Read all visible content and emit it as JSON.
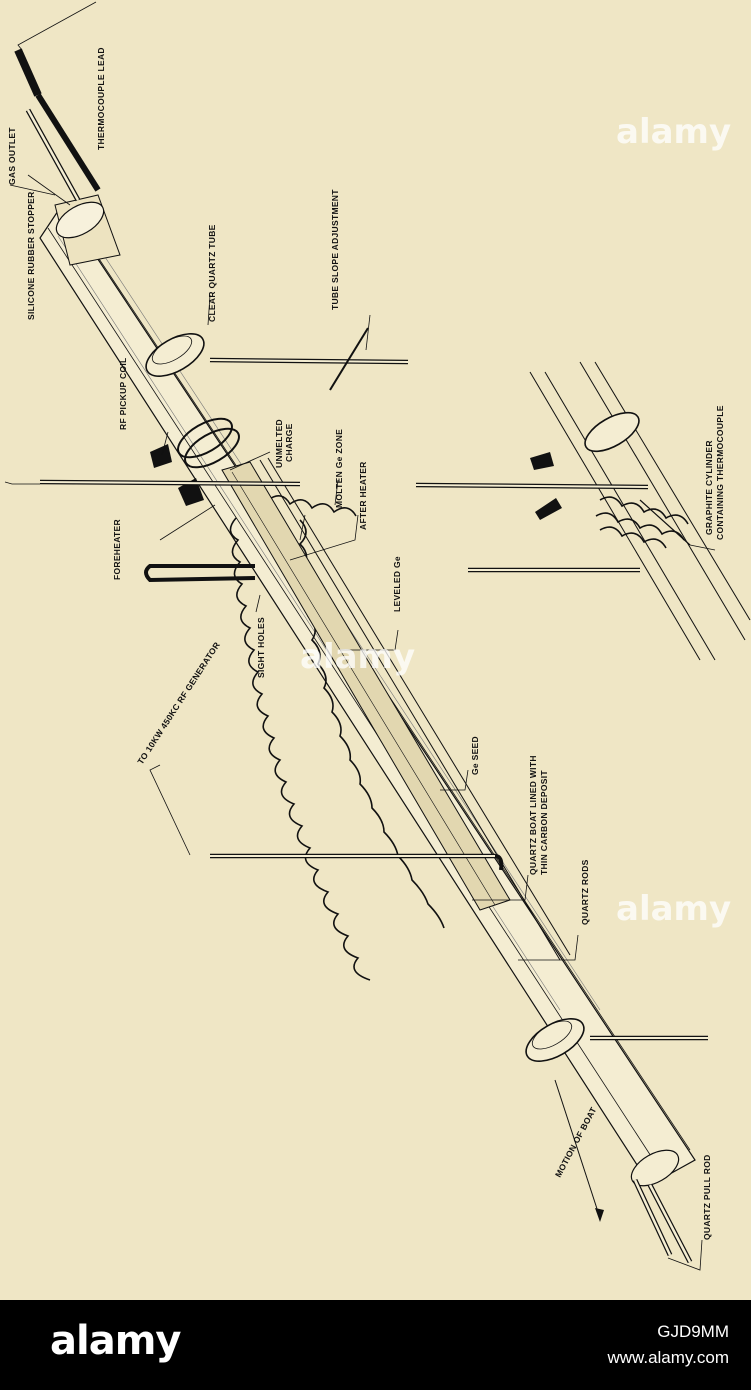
{
  "labels": {
    "gas_outlet": "GAS OUTLET",
    "thermocouple_lead": "THERMOCOUPLE LEAD",
    "silicone_rubber_stopper": "SILICONE RUBBER STOPPER",
    "clear_quartz_tube": "CLEAR QUARTZ TUBE",
    "tube_slope_adjustment": "TUBE SLOPE ADJUSTMENT",
    "rf_pickup_coil": "RF PICKUP COIL",
    "unmelted_charge_1": "UNMELTED",
    "unmelted_charge_2": "CHARGE",
    "molten_ge_zone": "MOLTEN Ge ZONE",
    "after_heater": "AFTER HEATER",
    "foreheater": "FOREHEATER",
    "leveled_ge": "LEVELED Ge",
    "sight_holes": "SIGHT HOLES",
    "rf_generator": "TO 10KW 450KC RF GENERATOR",
    "ge_seed": "Ge SEED",
    "quartz_boat_1": "QUARTZ BOAT LINED WITH",
    "quartz_boat_2": "THIN CARBON DEPOSIT",
    "quartz_rods": "QUARTZ RODS",
    "motion_of_boat": "MOTION OF BOAT",
    "quartz_pull_rod": "QUARTZ PULL ROD",
    "graphite_cylinder_1": "GRAPHITE CYLINDER",
    "graphite_cylinder_2": "CONTAINING THERMOCOUPLE"
  },
  "watermark": {
    "text": "alamy",
    "image_id": "GJD9MM",
    "url": "www.alamy.com"
  },
  "colors": {
    "paper": "#efe6c5",
    "ink": "#111111",
    "footer": "#000000"
  }
}
